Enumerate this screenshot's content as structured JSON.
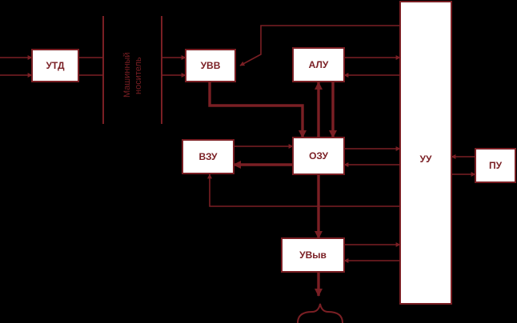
{
  "colors": {
    "background": "#000000",
    "box_fill": "#ffffff",
    "line": "#7a1f24",
    "text": "#7a1f24"
  },
  "blocks": {
    "utd": "УТД",
    "uvv": "УВВ",
    "alu": "АЛУ",
    "vzu": "ВЗУ",
    "ozu": "ОЗУ",
    "uu": "УУ",
    "pu": "ПУ",
    "uvyv": "УВыв"
  },
  "carrier": {
    "line1": "Машинный",
    "line2": "носитель"
  }
}
